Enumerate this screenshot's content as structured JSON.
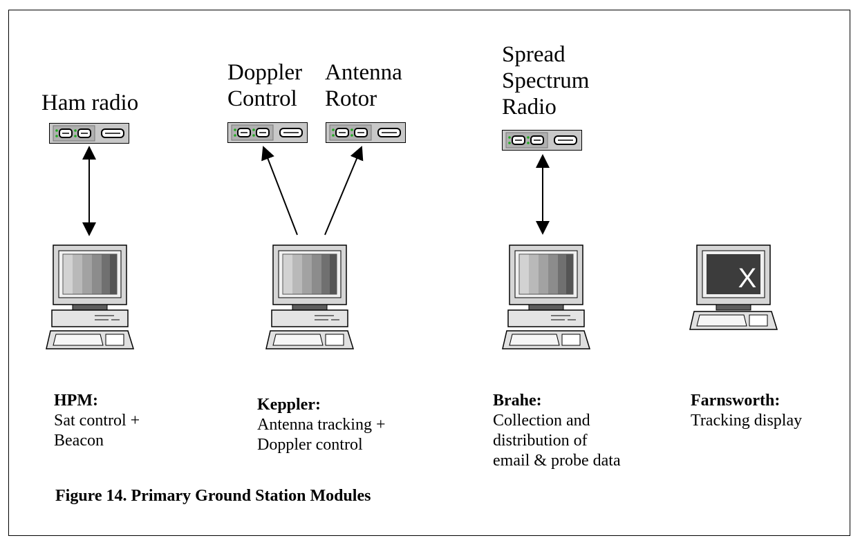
{
  "devices": {
    "ham_radio": "Ham radio",
    "doppler_control": "Doppler\nControl",
    "antenna_rotor": "Antenna\nRotor",
    "spread_spectrum_radio": "Spread\nSpectrum\nRadio"
  },
  "stations": {
    "hpm": {
      "title": "HPM:",
      "desc": "Sat control +\nBeacon"
    },
    "keppler": {
      "title": "Keppler:",
      "desc": "Antenna tracking +\nDoppler control"
    },
    "brahe": {
      "title": "Brahe:",
      "desc": "Collection and\ndistribution of\nemail & probe data"
    },
    "farnsworth": {
      "title": "Farnsworth:",
      "desc": "Tracking display"
    }
  },
  "farnsworth_screen_glyph": "X",
  "figure_caption": "Figure 14.  Primary Ground Station Modules",
  "colors": {
    "led": "#22aa22",
    "box": "#c8c8c8",
    "screen_dark": "#3c3c3c"
  }
}
